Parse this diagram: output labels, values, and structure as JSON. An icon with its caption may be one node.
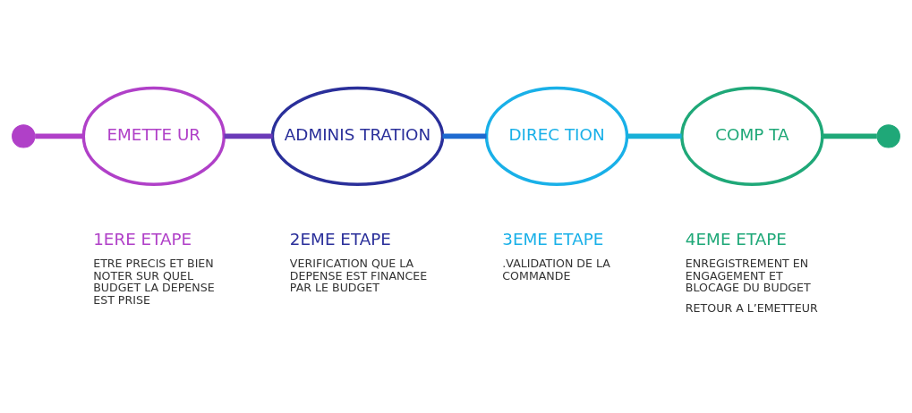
{
  "diagram": {
    "nodes": [
      {
        "text": [],
        "shape": "circle"
      },
      {
        "text": [
          "EMETTE UR"
        ],
        "beside": [
          "1ERE ETAPE",
          "ETRE PRECIS ET BIEN NOTER SUR QUEL BUDGET LA DEPENSE EST PRISE"
        ]
      },
      {
        "text": [
          "ADMINIS TRATION"
        ],
        "beside": [
          "2EME ETAPE",
          "VERIFICATION QUE LA DEPENSE EST FINANCEE PAR LE BUDGET"
        ]
      },
      {
        "text": [
          "DIREC TION"
        ],
        "beside": [
          "3EME ETAPE",
          ".VALIDATION DE LA COMMANDE"
        ]
      },
      {
        "text": [
          "COMP TA"
        ],
        "beside": [
          "4EME ETAPE",
          "ENREGISTREMENT EN ENGAGEMENT ET BLOCAGE DU BUDGET",
          "RETOUR A L’EMETTEUR"
        ]
      },
      {
        "text": [],
        "shape": "circle"
      }
    ],
    "edges": [
      {
        "from": 0,
        "to": 1,
        "arrow": "none",
        "color": "#b040c8"
      },
      {
        "from": 1,
        "to": 2,
        "arrow": "none",
        "color": "#6a3ab8"
      },
      {
        "from": 2,
        "to": 3,
        "arrow": "none",
        "color": "#1e6ad0"
      },
      {
        "from": 3,
        "to": 4,
        "arrow": "none",
        "color": "#18b0d8"
      },
      {
        "from": 4,
        "to": 5,
        "arrow": "none",
        "color": "#1fa878"
      }
    ]
  }
}
